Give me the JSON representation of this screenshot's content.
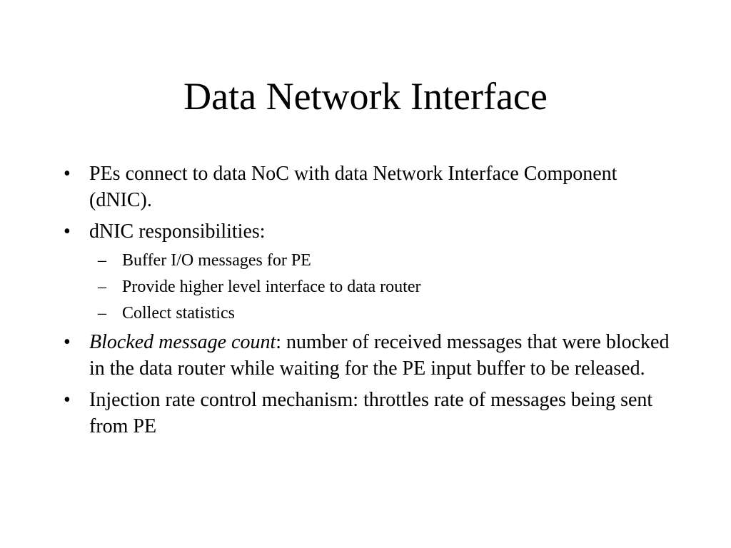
{
  "slide": {
    "title": "Data Network Interface",
    "bullet_symbol": "•",
    "sub_symbol": "–",
    "bullets": [
      {
        "text": "PEs connect to data NoC with data Network Interface Component (dNIC)."
      },
      {
        "text": "dNIC responsibilities:",
        "subitems": [
          "Buffer I/O messages for PE",
          "Provide higher level interface to data router",
          "Collect statistics"
        ]
      },
      {
        "italic": "Blocked message count",
        "text": ": number of received messages that were blocked in the data router while waiting for the PE input buffer to be released."
      },
      {
        "text": "Injection rate control mechanism: throttles rate of messages being sent from PE"
      }
    ]
  }
}
